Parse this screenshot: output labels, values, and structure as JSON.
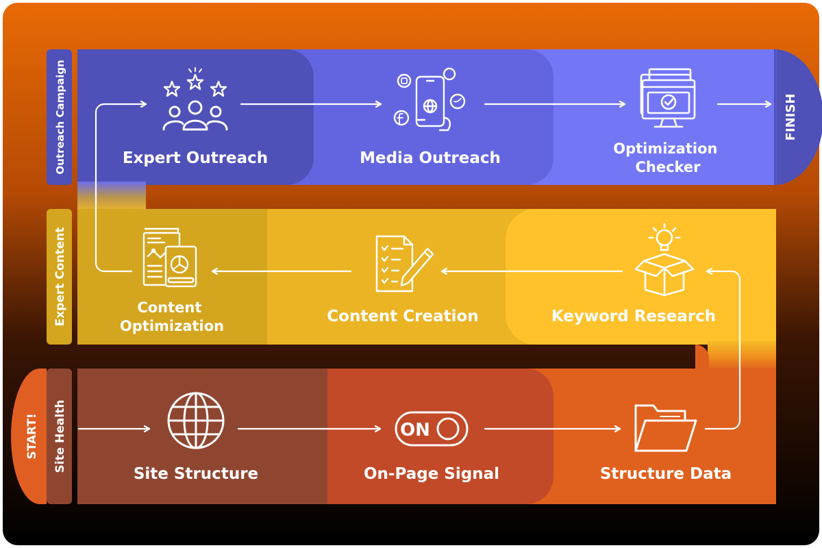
{
  "rows": {
    "outreach": {
      "side_label": "Outreach Campaign",
      "end_label": "FINISH",
      "steps": [
        {
          "label": "Expert Outreach",
          "icon": "star-rating-people-icon"
        },
        {
          "label": "Media Outreach",
          "icon": "social-media-phone-icon"
        },
        {
          "label_lines": [
            "Optimization",
            "Checker"
          ],
          "icon": "monitor-checkmark-icon"
        }
      ]
    },
    "content": {
      "side_label": "Expert Content",
      "steps": [
        {
          "label_lines": [
            "Content",
            "Optimization"
          ],
          "icon": "analytics-report-icon"
        },
        {
          "label": "Content Creation",
          "icon": "document-pen-icon"
        },
        {
          "label": "Keyword Research",
          "icon": "lightbulb-box-icon"
        }
      ]
    },
    "health": {
      "side_label": "Site Health",
      "start_label": "START!",
      "steps": [
        {
          "label": "Site Structure",
          "icon": "globe-icon"
        },
        {
          "label": "On-Page Signal",
          "icon": "on-toggle-icon",
          "toggle_text": "ON"
        },
        {
          "label": "Structure Data",
          "icon": "open-folder-icon"
        }
      ]
    }
  },
  "colors": {
    "background_top": "#E86A05",
    "background_bottom": "#000000",
    "outreach_band": "#7377F5",
    "outreach_dark": "#4F50B8",
    "outreach_mid": "#6365E0",
    "content_band": "#FFC22B",
    "content_dark": "#D4A51E",
    "content_mid": "#EBB424",
    "health_band": "#E0601E",
    "health_dark": "#8F4631",
    "health_mid": "#C24A28",
    "sidebar_health": "#8F4631",
    "start_tab": "#E05E22"
  }
}
